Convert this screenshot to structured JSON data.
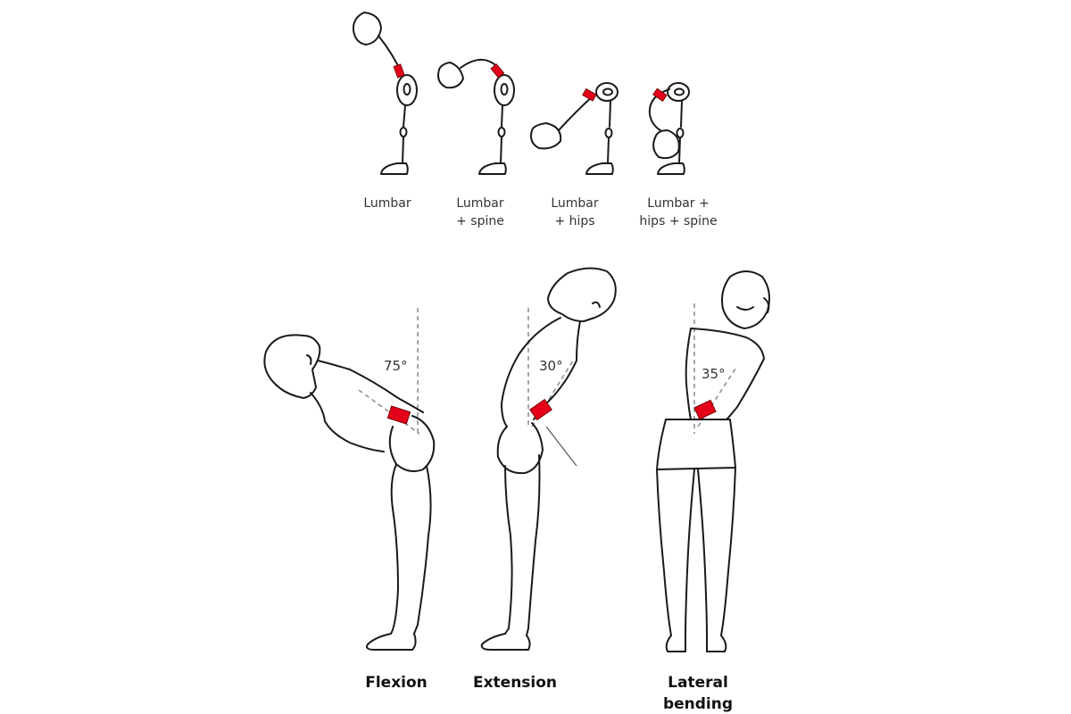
{
  "colors": {
    "line": "#1a1a1a",
    "sensor": "#e4001b",
    "guide": "#8a8a8a",
    "text": "#333333"
  },
  "top_row": [
    {
      "line1": "Lumbar",
      "line2": ""
    },
    {
      "line1": "Lumbar",
      "line2": "+ spine"
    },
    {
      "line1": "Lumbar",
      "line2": "+ hips"
    },
    {
      "line1": "Lumbar +",
      "line2": "hips + spine"
    }
  ],
  "movements": [
    {
      "angle": "75°",
      "label1": "Flexion",
      "label2": ""
    },
    {
      "angle": "30°",
      "label1": "Extension",
      "label2": ""
    },
    {
      "angle": "35°",
      "label1": "Lateral",
      "label2": "bending"
    }
  ]
}
